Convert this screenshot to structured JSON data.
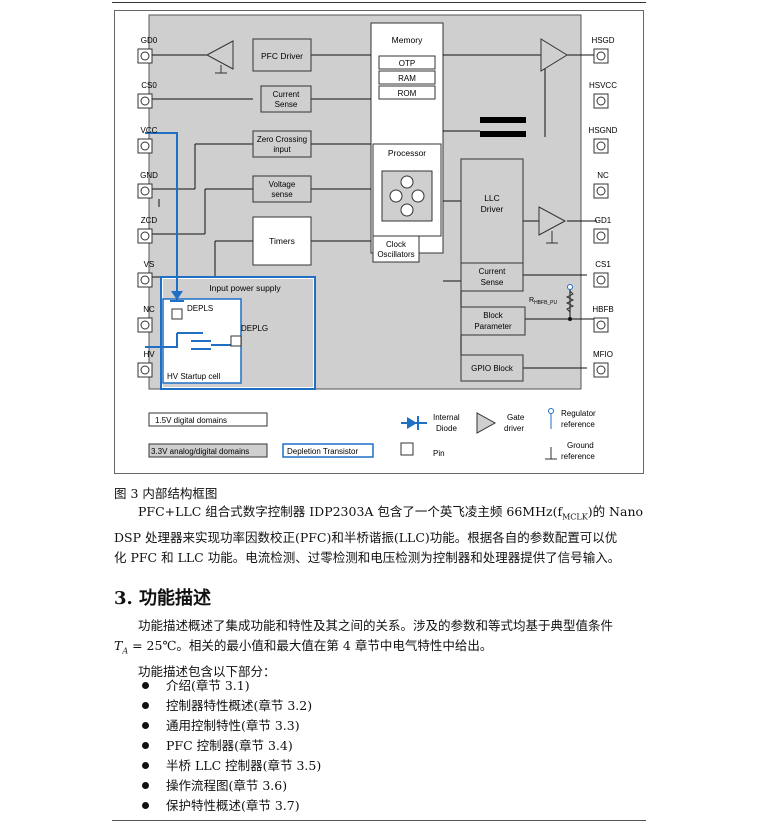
{
  "diagram": {
    "pins_left": [
      "GD0",
      "CS0",
      "VCC",
      "GND",
      "ZCD",
      "VS",
      "NC",
      "HV"
    ],
    "pins_right": [
      "HSGD",
      "HSVCC",
      "HSGND",
      "NC",
      "GD1",
      "CS1",
      "HBFB",
      "MFIO"
    ],
    "blocks": {
      "pfc_driver": "PFC Driver",
      "current_sense_left": [
        "Current",
        "Sense"
      ],
      "zero_crossing": [
        "Zero Crossing",
        "input"
      ],
      "voltage_sense": [
        "Voltage",
        "sense"
      ],
      "timers": "Timers",
      "memory": "Memory",
      "otp": "OTP",
      "ram": "RAM",
      "rom": "ROM",
      "processor": "Processor",
      "clock": [
        "Clock",
        "Oscillators"
      ],
      "llc_driver": [
        "LLC",
        "Driver"
      ],
      "current_sense_right": [
        "Current",
        "Sense"
      ],
      "block_parameter": [
        "Block",
        "Parameter"
      ],
      "gpio": "GPIO Block",
      "input_power_supply": "Input power supply",
      "depls": "DEPLS",
      "deplg": "DEPLG",
      "hv_startup": "HV Startup cell",
      "r_label_main": "R",
      "r_label_sub": "HBFB_PU"
    },
    "legend": {
      "digital_15": "1.5V digital domains",
      "analog_33": "3.3V analog/digital domains",
      "depletion": "Depletion Transistor",
      "internal_diode": [
        "Internal",
        "Diode"
      ],
      "gate_driver": [
        "Gate",
        "driver"
      ],
      "regulator": [
        "Regulator",
        "reference"
      ],
      "pin": "Pin",
      "ground": [
        "Ground",
        "reference"
      ]
    },
    "colors": {
      "blue": "#1f6fc5",
      "gray_fill": "#cfcfcf"
    }
  },
  "caption": "图 3    内部结构框图",
  "paragraph1": [
    "PFC+LLC 组合式数字控制器 IDP2303A 包含了一个英飞凌主频 66MHz(f",
    "MCLK",
    ")的 Nano",
    "DSP 处理器来实现功率因数校正(PFC)和半桥谐振(LLC)功能。根据各自的参数配置可以优",
    "化 PFC 和 LLC 功能。电流检测、过零检测和电压检测为控制器和处理器提供了信号输入。"
  ],
  "section_heading": "3.  功能描述",
  "paragraph2": [
    "功能描述概述了集成功能和特性及其之间的关系。涉及的参数和等式均基于典型值条件",
    "T",
    "A",
    " = 25℃。相关的最小值和最大值在第 4 章节中电气特性中给出。",
    "功能描述包含以下部分："
  ],
  "list_items": [
    "介绍(章节 3.1)",
    "控制器特性概述(章节 3.2)",
    "通用控制特性(章节 3.3)",
    "PFC 控制器(章节 3.4)",
    "半桥 LLC 控制器(章节 3.5)",
    "操作流程图(章节 3.6)",
    "保护特性概述(章节 3.7)"
  ]
}
